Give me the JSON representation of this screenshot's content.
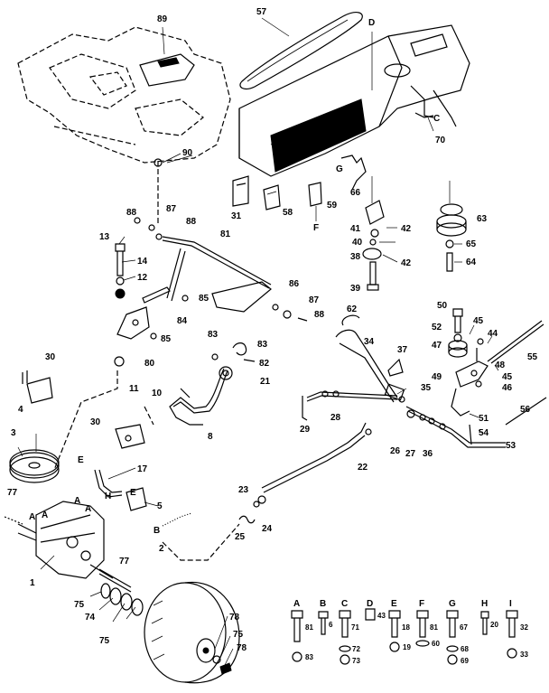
{
  "callouts": [
    {
      "id": "c89",
      "text": "89"
    },
    {
      "id": "c57",
      "text": "57"
    },
    {
      "id": "cD",
      "text": "D"
    },
    {
      "id": "c90",
      "text": "90"
    },
    {
      "id": "c70",
      "text": "70"
    },
    {
      "id": "cC",
      "text": "C"
    },
    {
      "id": "c31",
      "text": "31"
    },
    {
      "id": "c58",
      "text": "58"
    },
    {
      "id": "c59",
      "text": "59"
    },
    {
      "id": "c66",
      "text": "66"
    },
    {
      "id": "cG",
      "text": "G"
    },
    {
      "id": "cF",
      "text": "F"
    },
    {
      "id": "c63",
      "text": "63"
    },
    {
      "id": "c41",
      "text": "41"
    },
    {
      "id": "c42a",
      "text": "42"
    },
    {
      "id": "c40",
      "text": "40"
    },
    {
      "id": "c38",
      "text": "38"
    },
    {
      "id": "c42b",
      "text": "42"
    },
    {
      "id": "c65",
      "text": "65"
    },
    {
      "id": "c64",
      "text": "64"
    },
    {
      "id": "c39",
      "text": "39"
    },
    {
      "id": "c88a",
      "text": "88"
    },
    {
      "id": "c87a",
      "text": "87"
    },
    {
      "id": "c88b",
      "text": "88"
    },
    {
      "id": "c13",
      "text": "13"
    },
    {
      "id": "c81",
      "text": "81"
    },
    {
      "id": "c14",
      "text": "14"
    },
    {
      "id": "c12",
      "text": "12"
    },
    {
      "id": "c85a",
      "text": "85"
    },
    {
      "id": "c86",
      "text": "86"
    },
    {
      "id": "c87b",
      "text": "87"
    },
    {
      "id": "c88c",
      "text": "88"
    },
    {
      "id": "c84",
      "text": "84"
    },
    {
      "id": "c85b",
      "text": "85"
    },
    {
      "id": "c80",
      "text": "80"
    },
    {
      "id": "c11",
      "text": "11"
    },
    {
      "id": "c30a",
      "text": "30"
    },
    {
      "id": "c83a",
      "text": "83"
    },
    {
      "id": "c83b",
      "text": "83"
    },
    {
      "id": "c82",
      "text": "82"
    },
    {
      "id": "c21",
      "text": "21"
    },
    {
      "id": "c10",
      "text": "10"
    },
    {
      "id": "c8",
      "text": "8"
    },
    {
      "id": "c62",
      "text": "62"
    },
    {
      "id": "c34",
      "text": "34"
    },
    {
      "id": "c37",
      "text": "37"
    },
    {
      "id": "c50",
      "text": "50"
    },
    {
      "id": "c52",
      "text": "52"
    },
    {
      "id": "c47",
      "text": "47"
    },
    {
      "id": "c45a",
      "text": "45"
    },
    {
      "id": "c44",
      "text": "44"
    },
    {
      "id": "c55",
      "text": "55"
    },
    {
      "id": "c48",
      "text": "48"
    },
    {
      "id": "c49",
      "text": "49"
    },
    {
      "id": "c45b",
      "text": "45"
    },
    {
      "id": "c46",
      "text": "46"
    },
    {
      "id": "c35",
      "text": "35"
    },
    {
      "id": "c29",
      "text": "29"
    },
    {
      "id": "c28",
      "text": "28"
    },
    {
      "id": "c26",
      "text": "26"
    },
    {
      "id": "c27",
      "text": "27"
    },
    {
      "id": "c36",
      "text": "36"
    },
    {
      "id": "c51",
      "text": "51"
    },
    {
      "id": "c54",
      "text": "54"
    },
    {
      "id": "c56",
      "text": "56"
    },
    {
      "id": "c53",
      "text": "53"
    },
    {
      "id": "c22",
      "text": "22"
    },
    {
      "id": "c4",
      "text": "4"
    },
    {
      "id": "c3",
      "text": "3"
    },
    {
      "id": "c30b",
      "text": "30"
    },
    {
      "id": "cE1",
      "text": "E"
    },
    {
      "id": "c17",
      "text": "17"
    },
    {
      "id": "cH1",
      "text": "H"
    },
    {
      "id": "cE2",
      "text": "E"
    },
    {
      "id": "c5",
      "text": "5"
    },
    {
      "id": "cB1",
      "text": "B"
    },
    {
      "id": "c2",
      "text": "2"
    },
    {
      "id": "c23",
      "text": "23"
    },
    {
      "id": "c24",
      "text": "24"
    },
    {
      "id": "c25",
      "text": "25"
    },
    {
      "id": "c77a",
      "text": "77"
    },
    {
      "id": "cA1",
      "text": "A"
    },
    {
      "id": "cA2",
      "text": "A"
    },
    {
      "id": "cA3",
      "text": "A"
    },
    {
      "id": "cA4",
      "text": "A"
    },
    {
      "id": "c77b",
      "text": "77"
    },
    {
      "id": "c1",
      "text": "1"
    },
    {
      "id": "c75a",
      "text": "75"
    },
    {
      "id": "c74",
      "text": "74"
    },
    {
      "id": "c75b",
      "text": "75"
    },
    {
      "id": "c78a",
      "text": "78"
    },
    {
      "id": "c75c",
      "text": "75"
    },
    {
      "id": "c78b",
      "text": "78"
    }
  ],
  "hardware_key": [
    {
      "letter": "A",
      "bolt": "81",
      "nut": "83"
    },
    {
      "letter": "B",
      "bolt": "6",
      "nut": ""
    },
    {
      "letter": "C",
      "bolt": "71",
      "nut": "",
      "washer": "72",
      "nut2": "73"
    },
    {
      "letter": "D",
      "bolt": "43",
      "nut": ""
    },
    {
      "letter": "E",
      "bolt": "18",
      "nut": "19"
    },
    {
      "letter": "F",
      "bolt": "81",
      "nut": "",
      "washer": "60"
    },
    {
      "letter": "G",
      "bolt": "67",
      "nut": "",
      "washer": "68",
      "nut2": "69"
    },
    {
      "letter": "H",
      "bolt": "20",
      "nut": ""
    },
    {
      "letter": "I",
      "bolt": "32",
      "nut": "33"
    }
  ]
}
